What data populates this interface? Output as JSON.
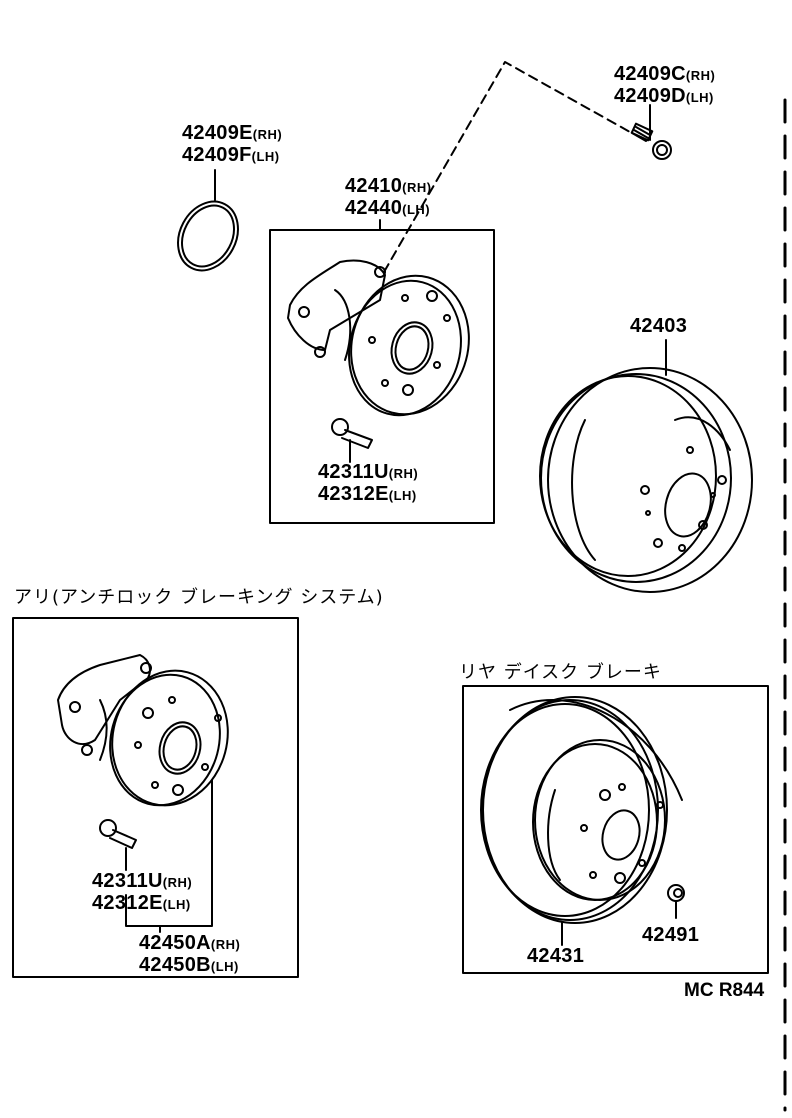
{
  "diagram": {
    "type": "exploded-parts-diagram",
    "subject": "Rear axle hub & brake drum / disc parts",
    "figure_code": "MC R844",
    "sections": {
      "abs": {
        "title": "アリ(アンチロック ブレーキング システム)"
      },
      "rear_disc": {
        "title": "リヤ デイスク ブレーキ"
      }
    },
    "parts": {
      "o_ring": {
        "rh": "42409E",
        "lh": "42409F",
        "rh_tag": "(RH)",
        "lh_tag": "(LH)"
      },
      "hub_bolt_top": {
        "rh": "42409C",
        "lh": "42409D",
        "rh_tag": "(RH)",
        "lh_tag": "(LH)"
      },
      "hub_bearing": {
        "rh": "42410",
        "lh": "42440",
        "rh_tag": "(RH)",
        "lh_tag": "(LH)"
      },
      "hub_stud": {
        "rh": "42311U",
        "lh": "42312E",
        "rh_tag": "(RH)",
        "lh_tag": "(LH)"
      },
      "brake_drum": {
        "number": "42403"
      },
      "abs_hub_stud": {
        "rh": "42311U",
        "lh": "42312E",
        "rh_tag": "(RH)",
        "lh_tag": "(LH)"
      },
      "abs_hub_assembly": {
        "rh": "42450A",
        "lh": "42450B",
        "rh_tag": "(RH)",
        "lh_tag": "(LH)"
      },
      "disc_rotor": {
        "number": "42431"
      },
      "rotor_screw": {
        "number": "42491"
      }
    }
  }
}
